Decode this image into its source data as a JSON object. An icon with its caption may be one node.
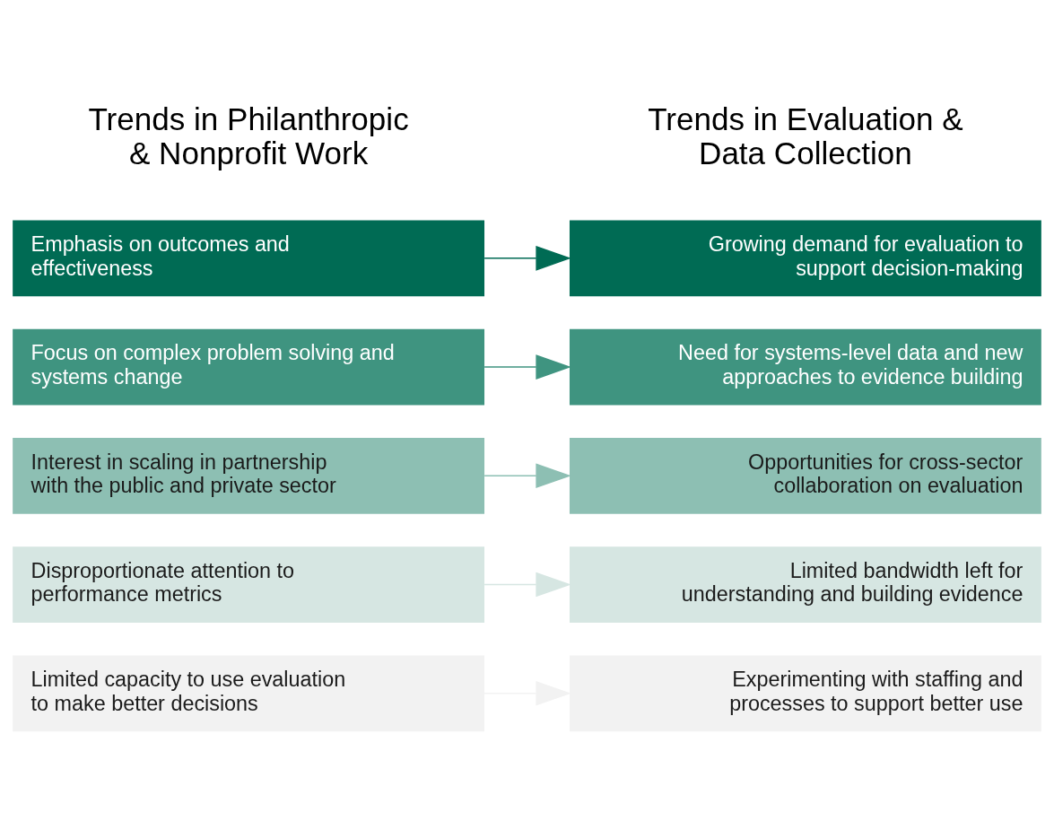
{
  "diagram": {
    "nodes": [
      {
        "text": [
          "Emphasis on outcomes and effectiveness"
        ]
      },
      {
        "text": [
          "Growing demand for evaluation to support decision-making"
        ]
      },
      {
        "text": [
          "Focus on complex problem solving and systems change"
        ]
      },
      {
        "text": [
          "Need for systems-level data and new approaches to evidence building"
        ]
      },
      {
        "text": [
          "Interest in scaling in partnership with the public and private sector"
        ]
      },
      {
        "text": [
          "Opportunities for cross-sector collaboration on evaluation"
        ]
      },
      {
        "text": [
          "Disproportionate attention to performance metrics"
        ]
      },
      {
        "text": [
          "Limited bandwidth left for understanding and building evidence"
        ]
      },
      {
        "text": [
          "Limited capacity to use evaluation to make better decisions"
        ]
      },
      {
        "text": [
          "Experimenting with staffing and processes to support better use"
        ]
      }
    ],
    "edges": [
      {
        "from": 0,
        "to": 1,
        "arrow": "to",
        "color": "#006b54"
      },
      {
        "from": 2,
        "to": 3,
        "arrow": "to",
        "color": "#3f9480"
      },
      {
        "from": 4,
        "to": 5,
        "arrow": "to",
        "color": "#8dbfb3"
      },
      {
        "from": 6,
        "to": 7,
        "arrow": "to",
        "color": "#d6e6e2"
      },
      {
        "from": 8,
        "to": 9,
        "arrow": "to",
        "color": "#f2f2f2"
      }
    ],
    "labels": [
      "Trends in Philanthropic & Nonprofit Work",
      "Trends in Evaluation & Data Collection"
    ]
  }
}
